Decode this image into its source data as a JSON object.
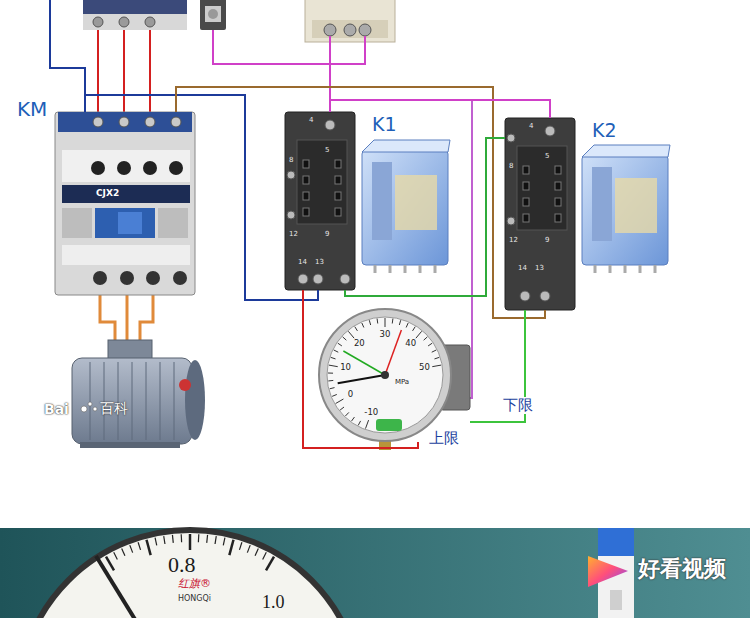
{
  "diagram": {
    "nodes": [
      {
        "text": [
          "KM"
        ]
      },
      {
        "text": [
          "K1",
          "4",
          "5",
          "8",
          "12",
          "9",
          "14",
          "13"
        ]
      },
      {
        "text": [
          "K2",
          "4",
          "5",
          "8",
          "12",
          "9",
          "14",
          "13"
        ]
      },
      {
        "text": [
          "-10",
          "0",
          "10",
          "20",
          "30",
          "40",
          "50",
          "MPa"
        ]
      }
    ],
    "edges": [
      {
        "from": 0,
        "to": 1,
        "arrow": "none"
      },
      {
        "from": 0,
        "to": 2,
        "arrow": "none"
      },
      {
        "from": 1,
        "to": 2,
        "arrow": "none"
      },
      {
        "from": 1,
        "to": 2,
        "arrow": "none"
      },
      {
        "from": 3,
        "to": 1,
        "label": "上限",
        "arrow": "none"
      },
      {
        "from": 3,
        "to": 2,
        "label": "下限",
        "arrow": "none"
      }
    ],
    "labels": [
      "CJX2",
      "Bai",
      "百科",
      "0.8",
      "红旗®",
      "HONGQi",
      "1.0",
      "好看视频"
    ]
  }
}
